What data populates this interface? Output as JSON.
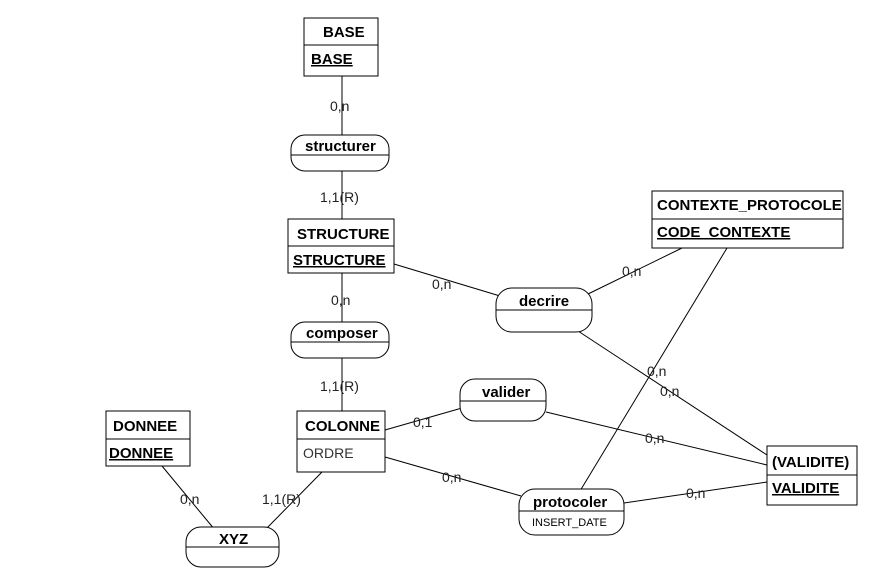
{
  "entities": {
    "base": {
      "name": "BASE",
      "key": "BASE"
    },
    "structure": {
      "name": "STRUCTURE",
      "key": "STRUCTURE"
    },
    "contexte_protocole": {
      "name": "CONTEXTE_PROTOCOLE",
      "key": "CODE_CONTEXTE"
    },
    "colonne": {
      "name": "COLONNE",
      "attr": "ORDRE"
    },
    "donnee": {
      "name": "DONNEE",
      "key": "DONNEE"
    },
    "validite": {
      "name": "(VALIDITE)",
      "key": "VALIDITE"
    }
  },
  "relations": {
    "structurer": {
      "name": "structurer"
    },
    "composer": {
      "name": "composer"
    },
    "decrire": {
      "name": "decrire"
    },
    "valider": {
      "name": "valider"
    },
    "protocoler": {
      "name": "protocoler",
      "attr": "INSERT_DATE"
    },
    "xyz": {
      "name": "XYZ"
    }
  },
  "cardinalities": {
    "base_structurer": "0,n",
    "structure_structurer": "1,1(R)",
    "structure_decrire": "0,n",
    "contexte_decrire": "0,n",
    "structure_composer": "0,n",
    "colonne_composer": "1,1(R)",
    "validite_decrire": "0,n",
    "contexte_protocoler": "0,n",
    "colonne_valider": "0,1",
    "validite_valider": "0,n",
    "colonne_protocoler": "0,n",
    "validite_protocoler": "0,n",
    "donnee_xyz": "0,n",
    "colonne_xyz": "1,1(R)"
  }
}
